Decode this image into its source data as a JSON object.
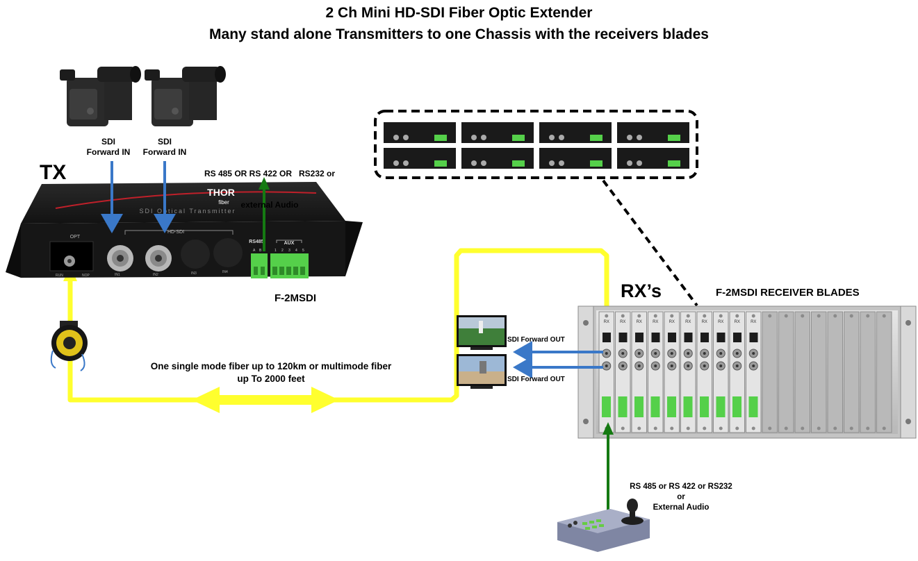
{
  "title": {
    "line1": "2 Ch Mini HD-SDI Fiber Optic Extender",
    "line2": "Many stand alone Transmitters to one Chassis with the receivers blades"
  },
  "tx": {
    "label": "TX",
    "model": "F-2MSDI",
    "brand": "THOR",
    "brand_sub": "fiber",
    "panel_caption": "SDI Optical Transmitter",
    "group_label": "HD-SDI",
    "opt_label": "OPT",
    "run_label": "RUN",
    "nop_label": "NOP",
    "port_labels": [
      "IN1",
      "IN2",
      "IN3",
      "IN4"
    ],
    "rs_label": "RS485",
    "rs_pins": [
      "A",
      "B"
    ],
    "aux_label": "AUX",
    "aux_pins": [
      "1",
      "2",
      "3",
      "4",
      "5"
    ]
  },
  "cameras": {
    "input1": {
      "line1": "SDI",
      "line2": "Forward IN"
    },
    "input2": {
      "line1": "SDI",
      "line2": "Forward IN"
    }
  },
  "data_input": {
    "line1": "RS 485 OR RS 422 OR   RS232 or",
    "line2": "external Audio"
  },
  "fiber": {
    "line1": "One single mode fiber up to 120km or multimode fiber",
    "line2": "up To 2000 feet"
  },
  "outputs": {
    "out1": "SDI Forward OUT",
    "out2": "SDI Forward OUT"
  },
  "rx": {
    "label": "RX’s",
    "chassis_title": "F-2MSDI RECEIVER BLADES",
    "blade_label": "RX"
  },
  "controller": {
    "line1": "RS 485 or RS 422 or RS232",
    "line2": "or",
    "line3": "External Audio"
  },
  "colors": {
    "fiber": "#ffff2e",
    "sdi_arrow": "#3a78c8",
    "data_arrow": "#157a12",
    "connector": "#55d04a",
    "chassis": "#d4d4d4",
    "device": "#1a1a1a"
  }
}
